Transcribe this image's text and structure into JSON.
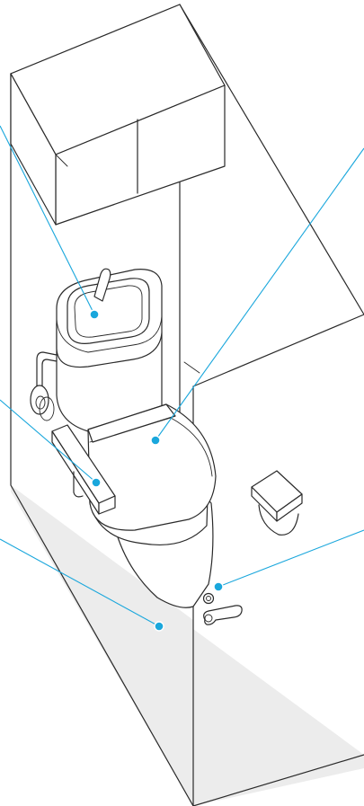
{
  "colors": {
    "callout": "#1aa7dc",
    "floor": "#ececec",
    "line": "#2a2a2a",
    "background": "#ffffff"
  },
  "callouts": [
    {
      "id": "hand-wash-basin",
      "icon": "callout-dot"
    },
    {
      "id": "toilet-seat",
      "icon": "callout-dot"
    },
    {
      "id": "grab-bar",
      "icon": "callout-dot"
    },
    {
      "id": "floor",
      "icon": "callout-dot"
    },
    {
      "id": "door-lock",
      "icon": "callout-dot"
    }
  ]
}
